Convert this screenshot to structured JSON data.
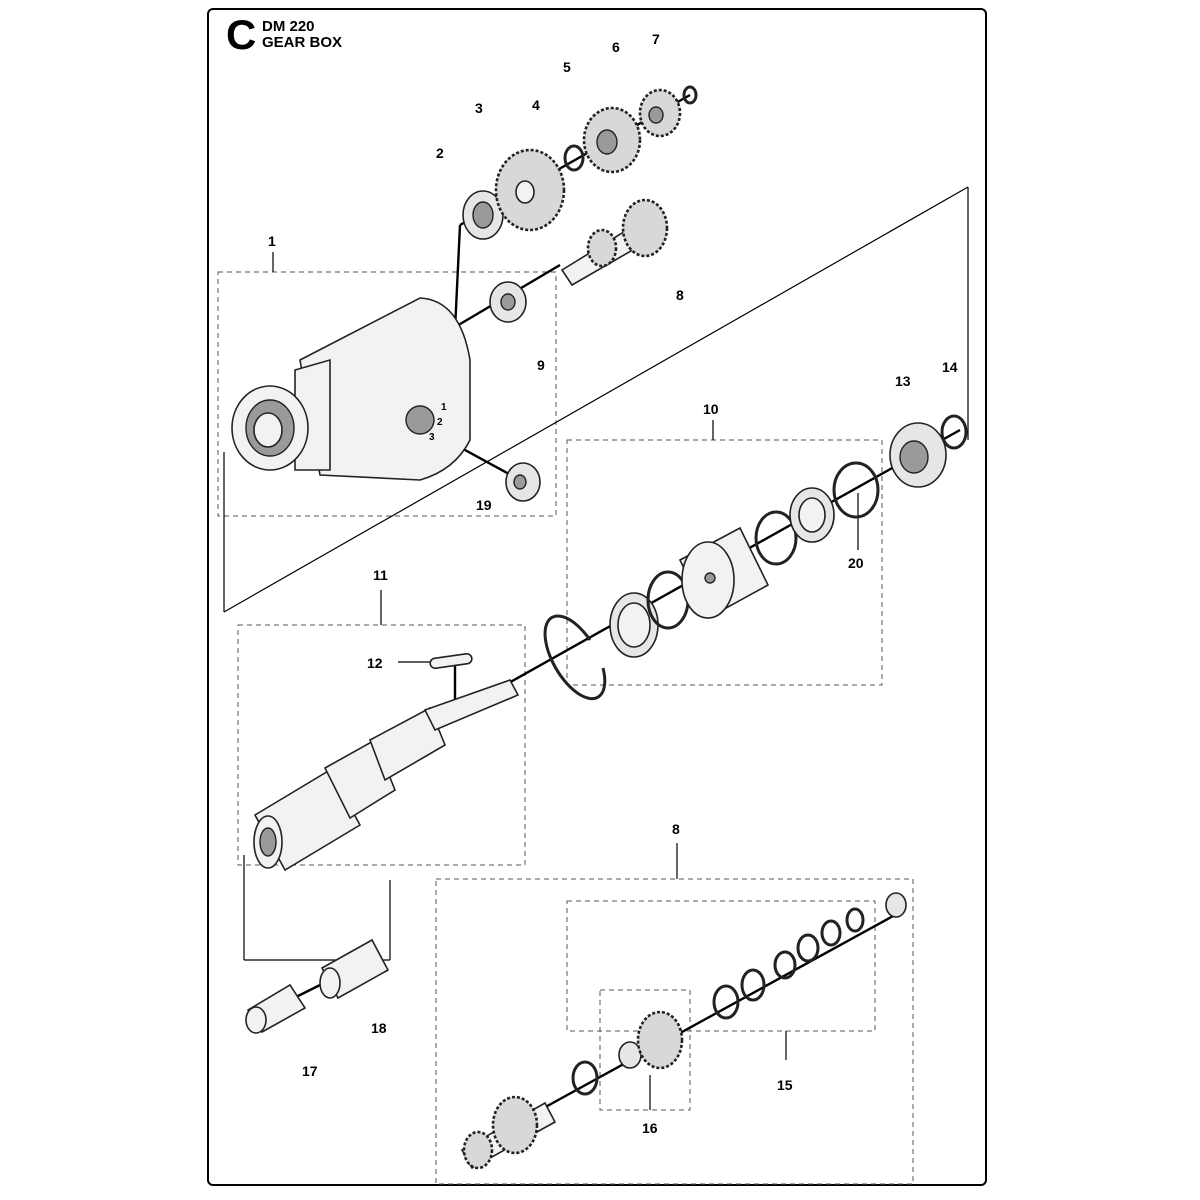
{
  "header": {
    "section_letter": "C",
    "model": "DM 220",
    "title": "GEAR BOX"
  },
  "callouts": {
    "p1": "1",
    "p2": "2",
    "p3": "3",
    "p4": "4",
    "p5": "5",
    "p6": "6",
    "p7": "7",
    "p8_top": "8",
    "p9": "9",
    "p10": "10",
    "p11": "11",
    "p12": "12",
    "p13": "13",
    "p14": "14",
    "p15": "15",
    "p16": "16",
    "p17": "17",
    "p18": "18",
    "p19": "19",
    "p20": "20",
    "p8_bottom": "8"
  },
  "housing_markings": {
    "m1": "1",
    "m2": "2",
    "m3": "3"
  }
}
